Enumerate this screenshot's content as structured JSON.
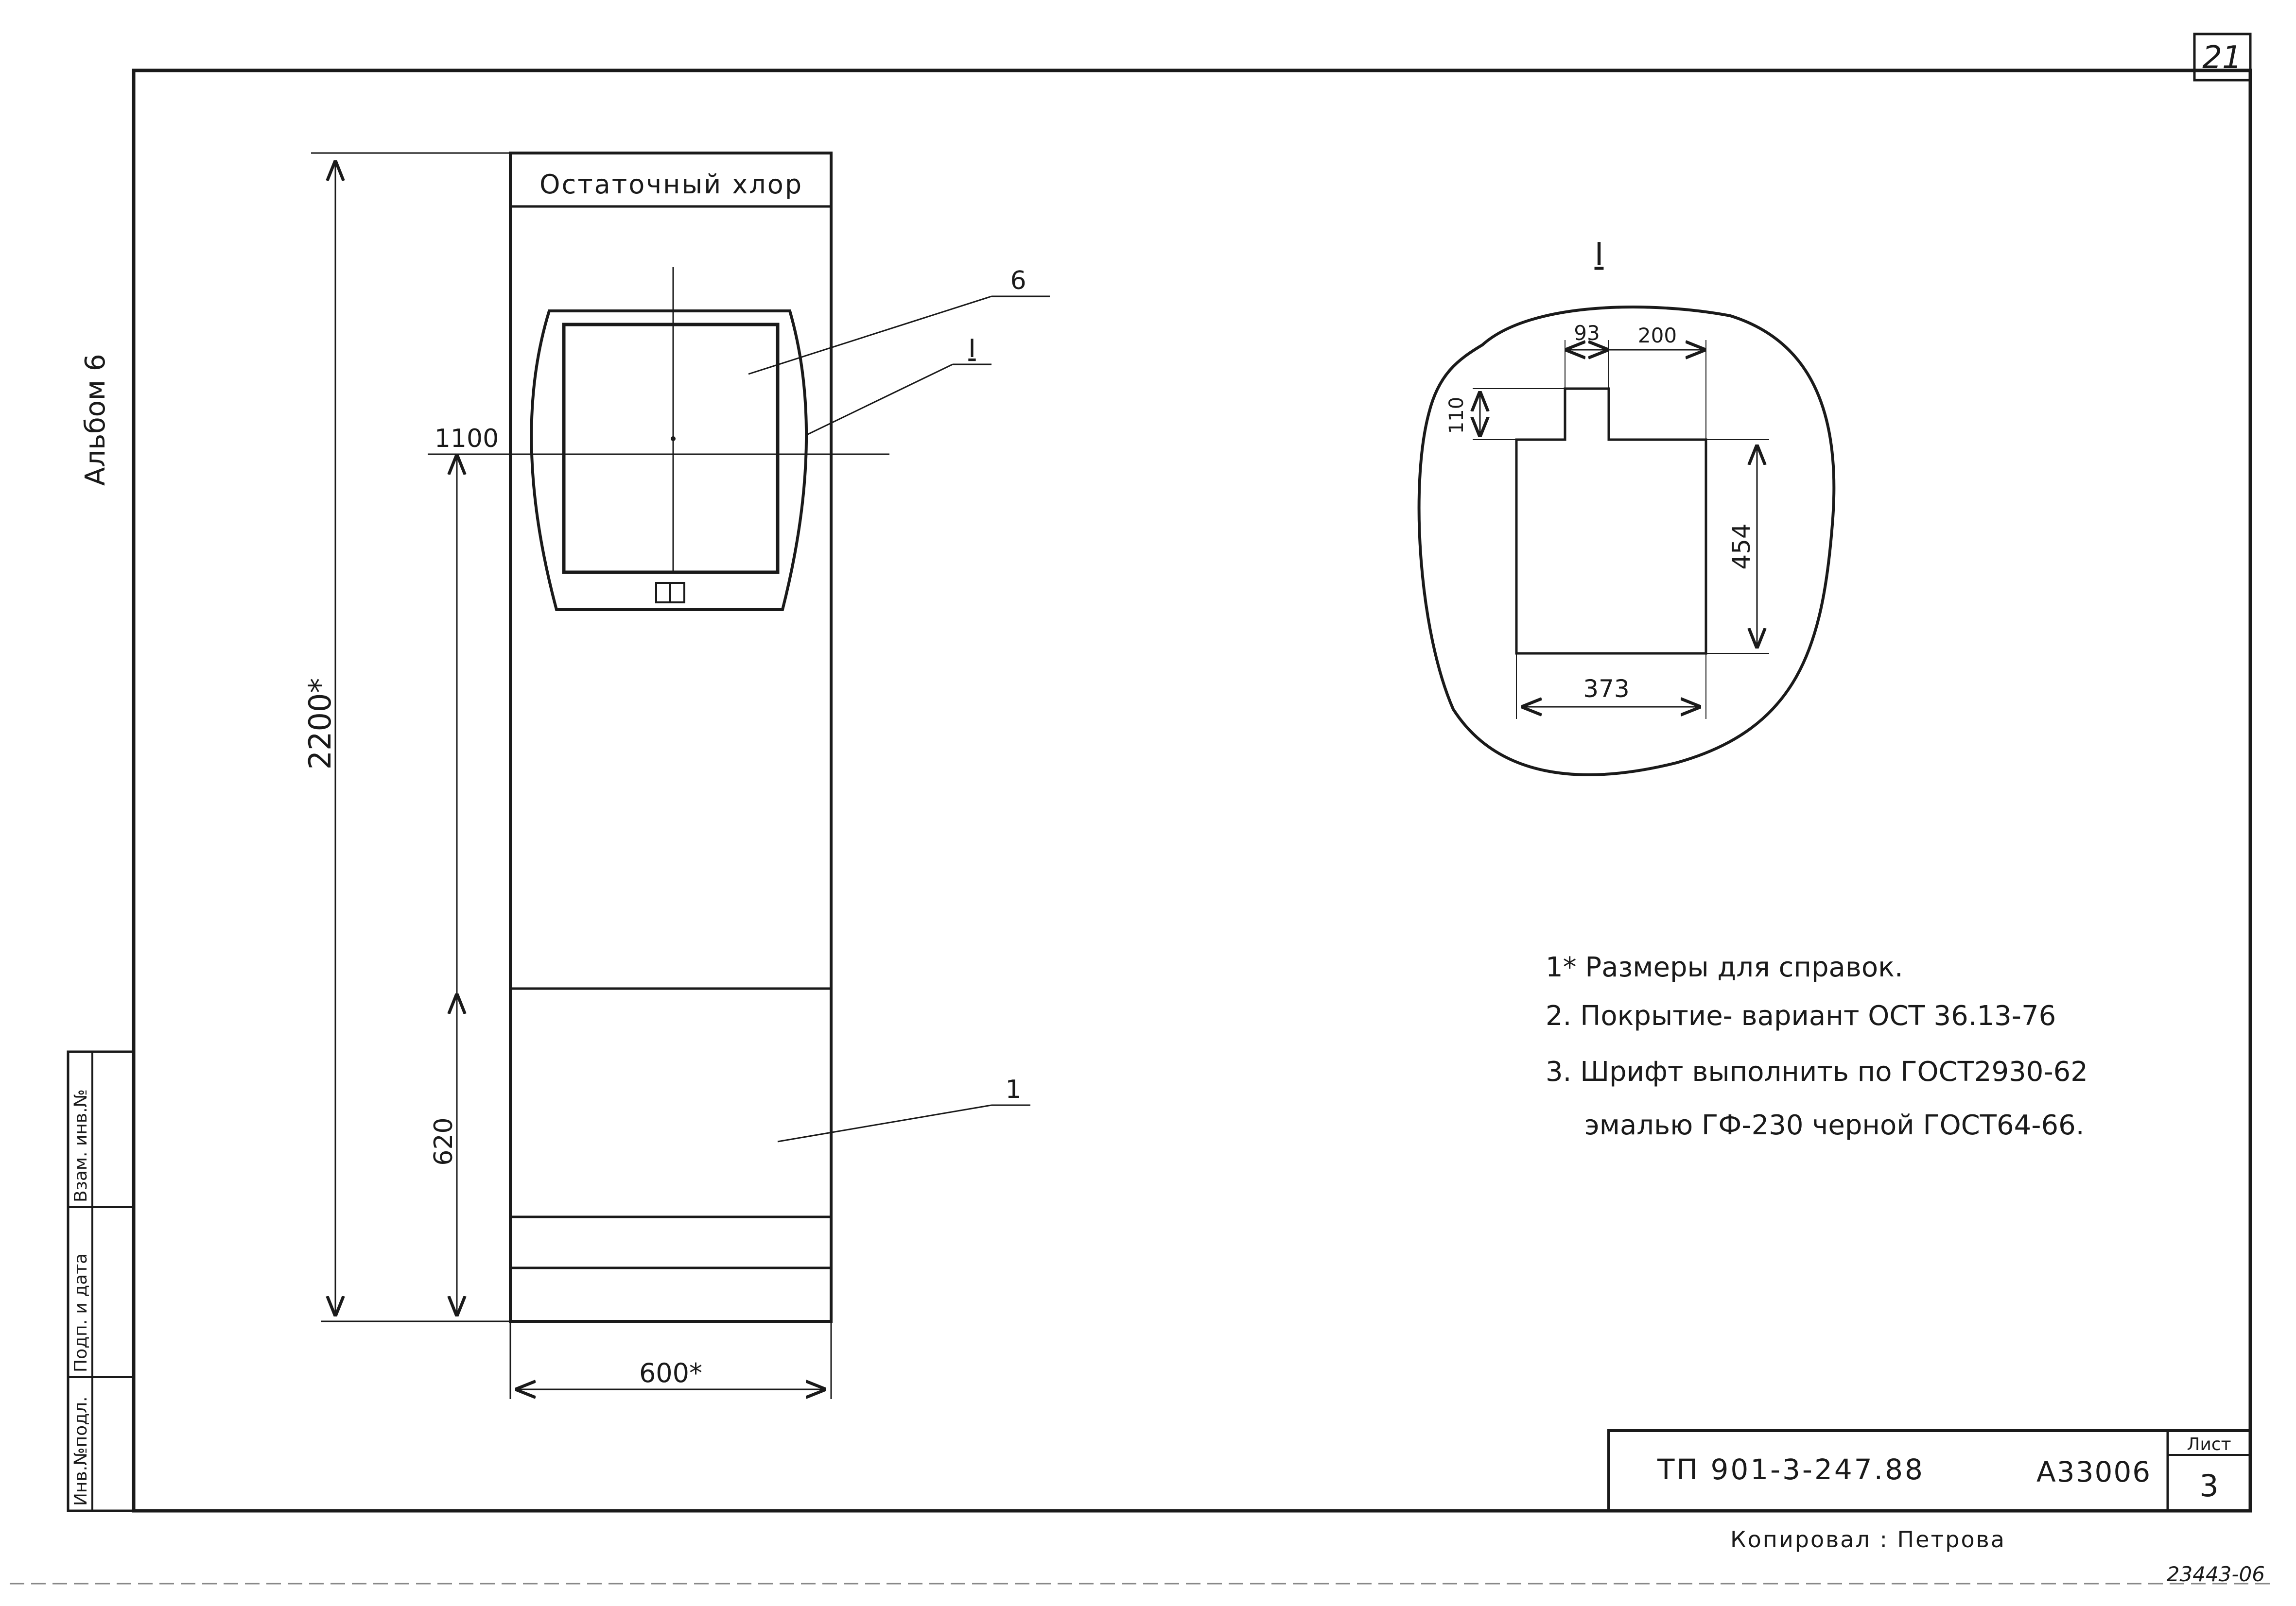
{
  "sheet": {
    "page_number": "21",
    "album_label": "Альбом 6",
    "side_stamp": [
      "Инв.№подл.",
      "Подп. и дата",
      "Взам. инв.№"
    ]
  },
  "panel": {
    "header_label": "Остаточный хлор",
    "callouts": [
      "6",
      "I",
      "1"
    ],
    "dimensions": {
      "height_total": "2200*",
      "width": "600*",
      "center_height": "1100",
      "lower_height": "620"
    }
  },
  "detail": {
    "title": "I",
    "dimensions": {
      "tab_width": "93",
      "tab_offset": "200",
      "tab_height": "110",
      "body_height": "454",
      "body_width": "373"
    }
  },
  "notes": [
    "1* Размеры для справок.",
    "2. Покрытие- вариант ОСТ 36.13-76",
    "3. Шрифт выполнить по ГОСТ2930-62",
    "эмалью ГФ-230 черной ГОСТ64-66."
  ],
  "title_block": {
    "doc_code": "ТП 901-3-247.88",
    "album_code": "А33006",
    "sheet_label": "Лист",
    "sheet_number": "3"
  },
  "copied_by": "Копировал : Петрова",
  "archive_number": "23443-06"
}
